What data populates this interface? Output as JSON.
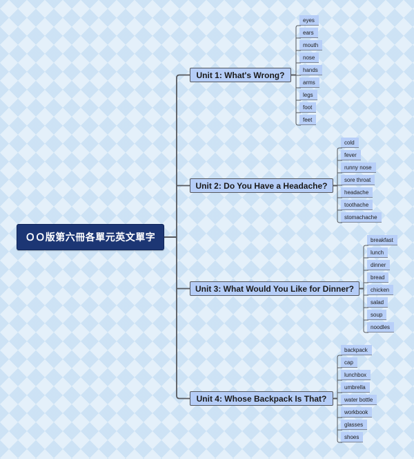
{
  "root": {
    "title": "ＯＯ版第六冊各單元英文單字"
  },
  "colors": {
    "root_bg": "#1c3674",
    "unit_bg": "#b5cdf7",
    "leaf_bg": "#b8cff8",
    "line": "#55575c"
  },
  "units": [
    {
      "title": "Unit 1: What's Wrong?",
      "words": [
        "eyes",
        "ears",
        "mouth",
        "nose",
        "hands",
        "arms",
        "legs",
        "foot",
        "feet"
      ]
    },
    {
      "title": "Unit 2: Do You Have a Headache?",
      "words": [
        "cold",
        "fever",
        "runny nose",
        "sore throat",
        "headache",
        "toothache",
        "stomachache"
      ]
    },
    {
      "title": "Unit 3: What Would You Like for Dinner?",
      "words": [
        "breakfast",
        "lunch",
        "dinner",
        "bread",
        "chicken",
        "salad",
        "soup",
        "noodles"
      ]
    },
    {
      "title": "Unit 4: Whose Backpack Is That?",
      "words": [
        "backpack",
        "cap",
        "lunchbox",
        "umbrella",
        "water bottle",
        "workbook",
        "glasses",
        "shoes"
      ]
    }
  ]
}
